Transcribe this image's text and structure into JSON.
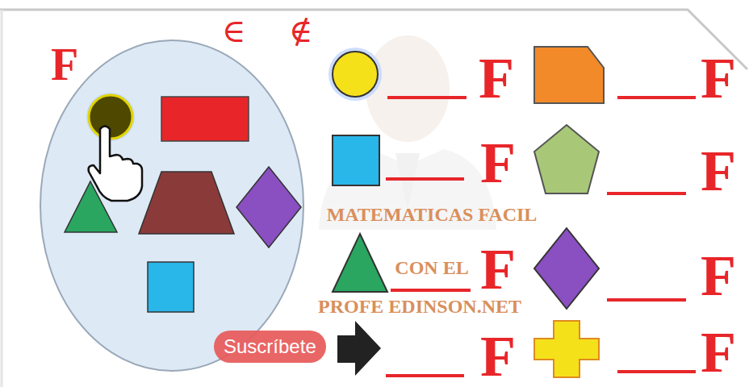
{
  "diagram": {
    "nodes": [
      {
        "text": [
          "F"
        ]
      },
      {
        "text": [
          "Suscríbete"
        ]
      }
    ],
    "labels": [
      "∈",
      "∉",
      "F",
      "F",
      "F",
      "F",
      "F",
      "F",
      "F",
      "F",
      "MATEMATICAS FACIL",
      "CON EL",
      "PROFE EDINSON.NET"
    ]
  }
}
